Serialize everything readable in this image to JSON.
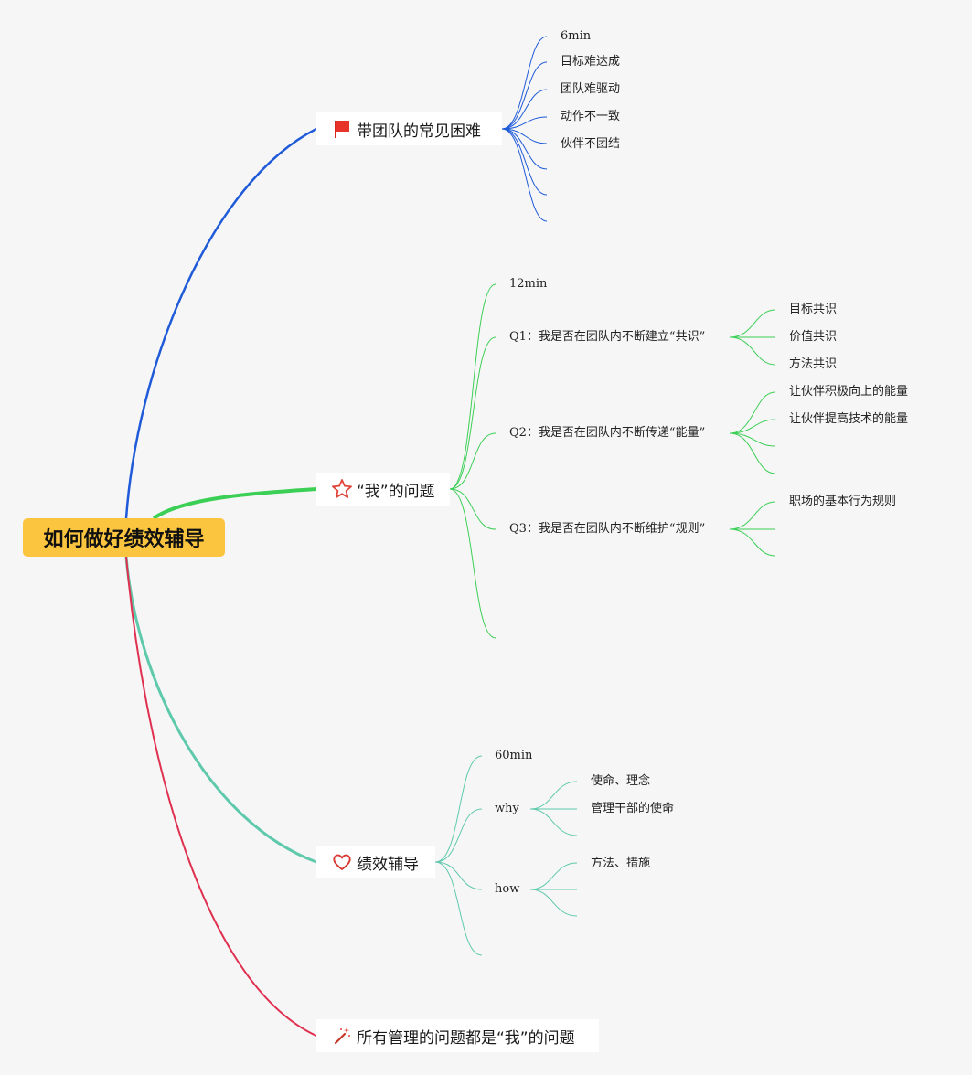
{
  "root": {
    "label": "如何做好绩效辅导"
  },
  "branches": [
    {
      "key": "b1",
      "label": "带团队的常见困难",
      "icon": "red-flag-icon",
      "color": "#1f5bd8",
      "children": [
        "6min",
        "目标难达成",
        "团队难驱动",
        "动作不一致",
        "伙伴不团结"
      ]
    },
    {
      "key": "b2",
      "label": "“我”的问题",
      "icon": "star-outline-icon",
      "color": "#3ccf55",
      "children": [
        "12min",
        "Q1：我是否在团队内不断建立“共识”",
        "Q2：我是否在团队内不断传递“能量”",
        "Q3：我是否在团队内不断维护“规则”"
      ],
      "q1_children": [
        "目标共识",
        "价值共识",
        "方法共识"
      ],
      "q2_children": [
        "让伙伴积极向上的能量",
        "让伙伴提高技术的能量"
      ],
      "q3_children": [
        "职场的基本行为规则"
      ]
    },
    {
      "key": "b3",
      "label": "绩效辅导",
      "icon": "heart-outline-icon",
      "color": "#5fc9ab",
      "children": [
        "60min",
        "why",
        "how"
      ],
      "why_children": [
        "使命、理念",
        "管理干部的使命"
      ],
      "how_children": [
        "方法、措施"
      ]
    },
    {
      "key": "b4",
      "label": "所有管理的问题都是“我”的问题",
      "icon": "magic-wand-icon",
      "color": "#e0304f"
    }
  ]
}
